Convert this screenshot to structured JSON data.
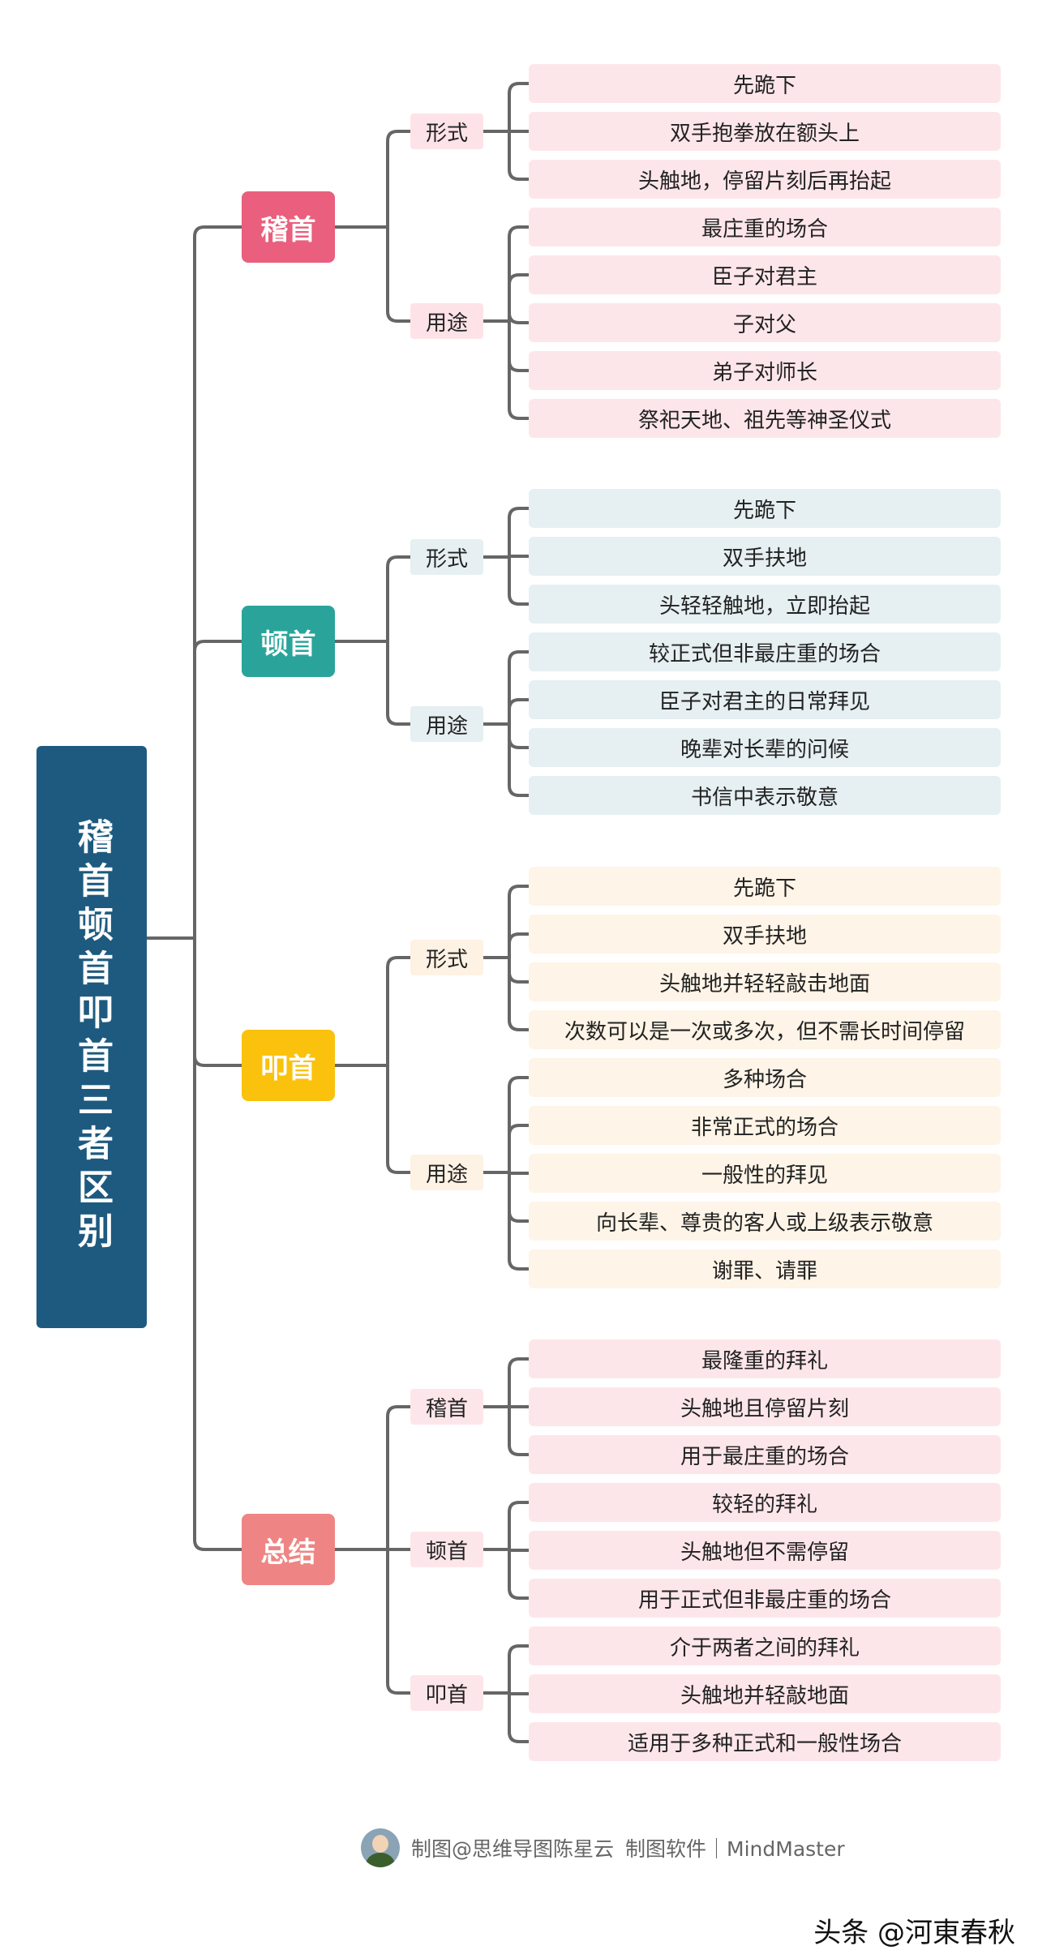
{
  "root": "稽首顿首叩首三者区别",
  "colors": {
    "root": "#1e5a7f",
    "line": "#666666",
    "b0": {
      "main": "#e95f7d",
      "sub": "#fde3e8",
      "leaf": "#fde6ea"
    },
    "b1": {
      "main": "#2aa49a",
      "sub": "#e6eff2",
      "leaf": "#e6eff2"
    },
    "b2": {
      "main": "#fbc20d",
      "sub": "#fef2e4",
      "leaf": "#fef4e7"
    },
    "b3": {
      "main": "#ee8584",
      "sub": "#fde6ea",
      "leaf": "#fde6ea"
    }
  },
  "branches": [
    {
      "label": "稽首",
      "groups": [
        {
          "label": "形式",
          "items": [
            "先跪下",
            "双手抱拳放在额头上",
            "头触地，停留片刻后再抬起"
          ]
        },
        {
          "label": "用途",
          "items": [
            "最庄重的场合",
            "臣子对君主",
            "子对父",
            "弟子对师长",
            "祭祀天地、祖先等神圣仪式"
          ]
        }
      ]
    },
    {
      "label": "顿首",
      "groups": [
        {
          "label": "形式",
          "items": [
            "先跪下",
            "双手扶地",
            "头轻轻触地，立即抬起"
          ]
        },
        {
          "label": "用途",
          "items": [
            "较正式但非最庄重的场合",
            "臣子对君主的日常拜见",
            "晚辈对长辈的问候",
            "书信中表示敬意"
          ]
        }
      ]
    },
    {
      "label": "叩首",
      "groups": [
        {
          "label": "形式",
          "items": [
            "先跪下",
            "双手扶地",
            "头触地并轻轻敲击地面",
            "次数可以是一次或多次，但不需长时间停留"
          ]
        },
        {
          "label": "用途",
          "items": [
            "多种场合",
            "非常正式的场合",
            "一般性的拜见",
            "向长辈、尊贵的客人或上级表示敬意",
            "谢罪、请罪"
          ]
        }
      ]
    },
    {
      "label": "总结",
      "groups": [
        {
          "label": "稽首",
          "items": [
            "最隆重的拜礼",
            "头触地且停留片刻",
            "用于最庄重的场合"
          ]
        },
        {
          "label": "顿首",
          "items": [
            "较轻的拜礼",
            "头触地但不需停留",
            "用于正式但非最庄重的场合"
          ]
        },
        {
          "label": "叩首",
          "items": [
            "介于两者之间的拜礼",
            "头触地并轻敲地面",
            "适用于多种正式和一般性场合"
          ]
        }
      ]
    }
  ],
  "footer": {
    "credit": "制图@思维导图陈星云",
    "software": "制图软件｜MindMaster"
  },
  "source": "头条 @河東春秋",
  "watermark": "制图@思维导图陈星云"
}
